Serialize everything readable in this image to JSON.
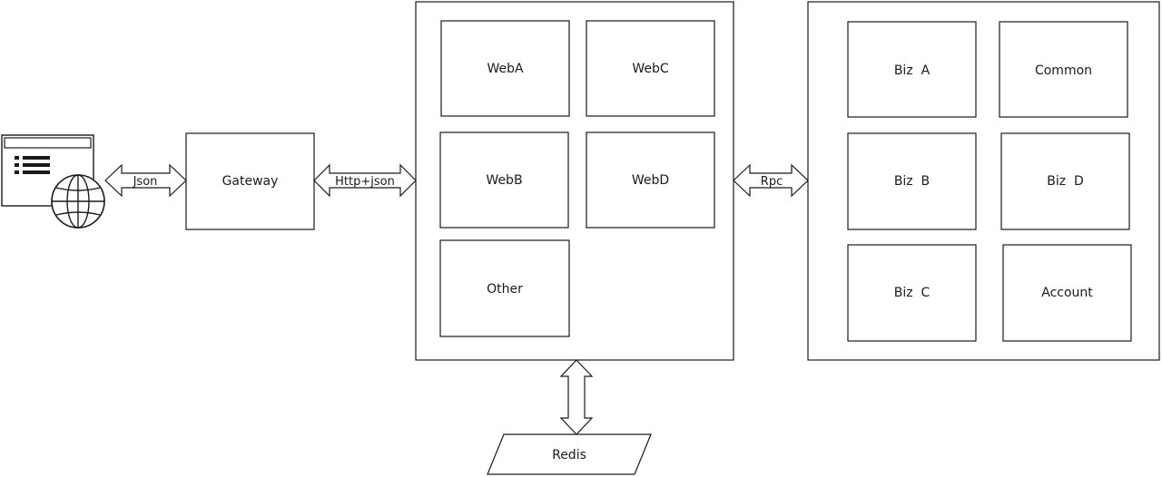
{
  "client": {
    "icon": "browser-globe-icon"
  },
  "arrows": {
    "client_gateway": "Json",
    "gateway_web": "Http+json",
    "web_biz": "Rpc"
  },
  "gateway": {
    "label": "Gateway"
  },
  "web_cluster": {
    "items": [
      "WebA",
      "WebC",
      "WebB",
      "WebD",
      "Other"
    ]
  },
  "biz_cluster": {
    "items": [
      "Biz  A",
      "Common",
      "Biz  B",
      "Biz  D",
      "Biz  C",
      "Account"
    ]
  },
  "redis": {
    "label": "Redis"
  }
}
